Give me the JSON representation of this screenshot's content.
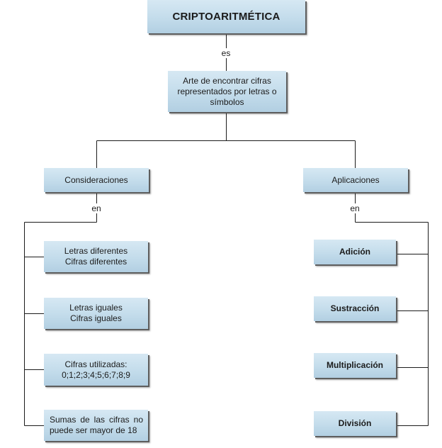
{
  "title": "CRIPTOARITMÉTICA",
  "link_es": "es",
  "definition": {
    "lines": [
      "Arte de encontrar cifras",
      "representados por letras o",
      "símbolos"
    ]
  },
  "considerations": {
    "label": "Consideraciones",
    "link": "en",
    "items": [
      {
        "lines": [
          "Letras diferentes",
          "Cifras diferentes"
        ]
      },
      {
        "lines": [
          "Letras iguales",
          "Cifras iguales"
        ]
      },
      {
        "lines": [
          "Cifras utilizadas:",
          "0;1;2;3;4;5;6;7;8;9"
        ]
      },
      {
        "lines": [
          "Sumas de las cifras no",
          "puede ser mayor de 18"
        ]
      }
    ]
  },
  "applications": {
    "label": "Aplicaciones",
    "link": "en",
    "items": [
      "Adición",
      "Sustracción",
      "Multiplicación",
      "División"
    ]
  },
  "colors": {
    "box_fill": "#c3dceb",
    "box_shadow": "#5e5e5e",
    "connector": "#1b1b1b"
  }
}
